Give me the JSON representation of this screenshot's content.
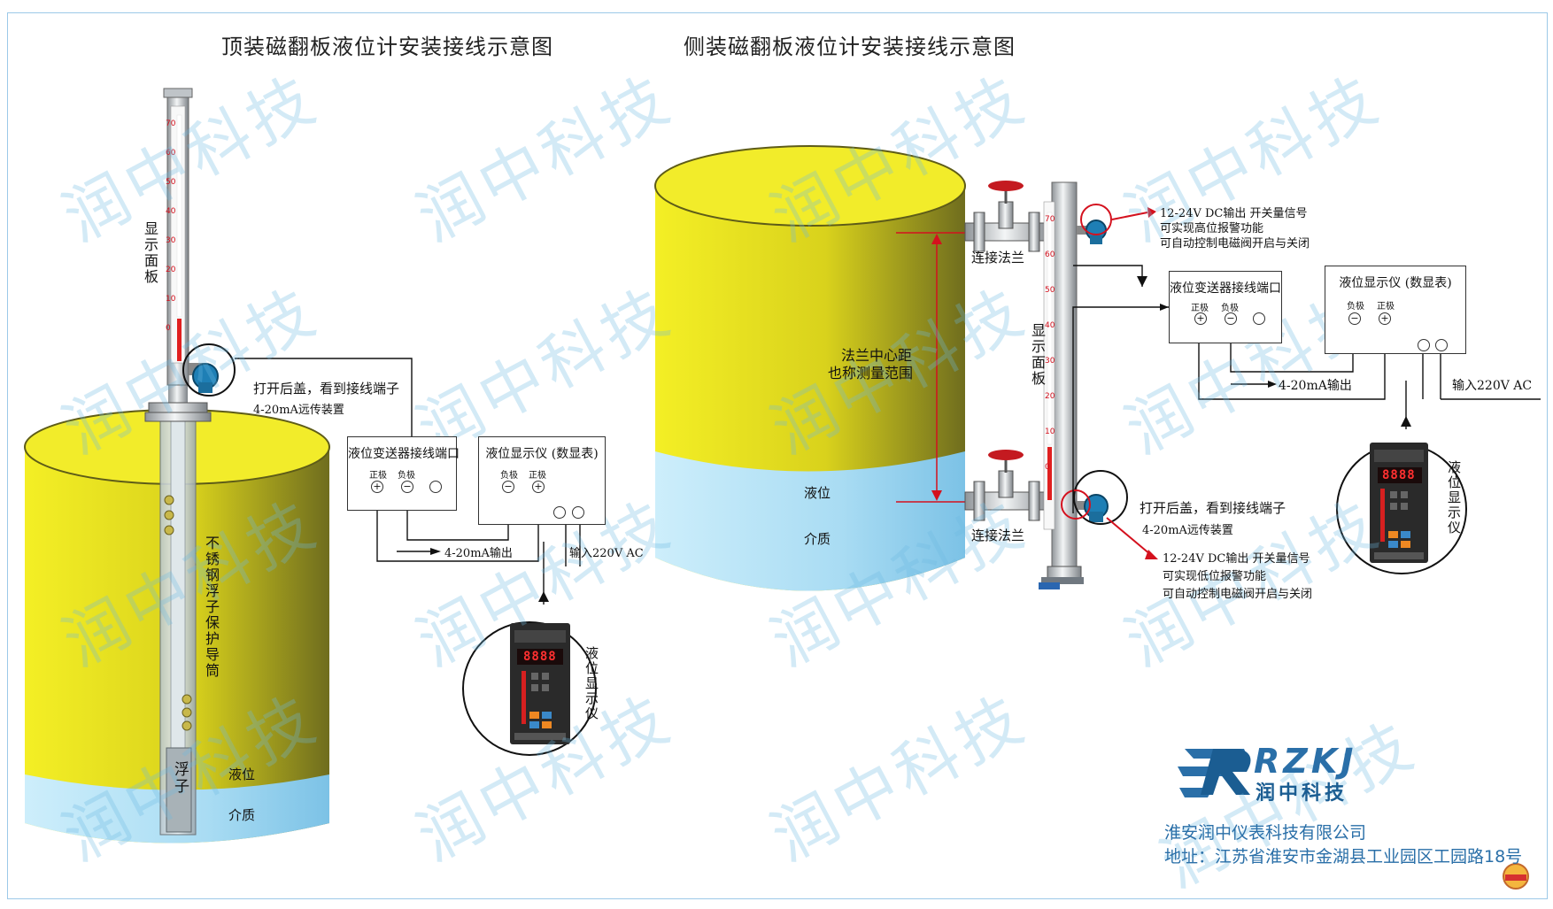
{
  "titles": {
    "top_mount": "顶装磁翻板液位计安装接线示意图",
    "side_mount": "侧装磁翻板液位计安装接线示意图"
  },
  "watermark": "润中科技",
  "left": {
    "display_panel": "显示面板",
    "open_cover": "打开后盖，看到接线端子",
    "remote_device": "4-20mA远传装置",
    "guide_tube": "不锈钢浮子保护导筒",
    "float": "浮子",
    "liquid_level": "液位",
    "medium": "介质",
    "transmitter_box": {
      "title": "液位变送器接线端口",
      "pos": "正极",
      "neg": "负极"
    },
    "display_box": {
      "title": "液位显示仪 (数显表)",
      "neg": "负极",
      "pos": "正极"
    },
    "output": "4-20mA输出",
    "input": "输入220V AC",
    "meter_label": "液位显示仪",
    "meter_digits": "8888"
  },
  "right": {
    "flange_distance": "法兰中心距",
    "measure_range": "也称测量范围",
    "liquid_level": "液位",
    "medium": "介质",
    "connect_flange_top": "连接法兰",
    "connect_flange_bottom": "连接法兰",
    "display_panel": "显示面板",
    "high_signal": [
      "12-24V DC输出 开关量信号",
      "可实现高位报警功能",
      "可自动控制电磁阀开启与关闭"
    ],
    "low_signal": [
      "12-24V DC输出 开关量信号",
      "可实现低位报警功能",
      "可自动控制电磁阀开启与关闭"
    ],
    "open_cover": "打开后盖，看到接线端子",
    "remote_device": "4-20mA远传装置",
    "transmitter_box": {
      "title": "液位变送器接线端口",
      "pos": "正极",
      "neg": "负极"
    },
    "display_box": {
      "title": "液位显示仪 (数显表)",
      "neg": "负极",
      "pos": "正极"
    },
    "output": "4-20mA输出",
    "input": "输入220V AC",
    "meter_label": "液位显示仪",
    "meter_digits": "8888"
  },
  "scale_ticks": [
    "70",
    "60",
    "50",
    "40",
    "30",
    "20",
    "10",
    "0"
  ],
  "logo": {
    "brand": "RZKJ",
    "cn": "润中科技"
  },
  "company": {
    "name": "淮安润中仪表科技有限公司",
    "address": "地址：江苏省淮安市金湖县工业园区工园路18号"
  },
  "colors": {
    "tank_yellow": "#d9d21c",
    "tank_dark": "#8a8a20",
    "medium_blue": "#a9dcf3",
    "wire_red": "#d4111e",
    "indicator_red": "#e02020",
    "brand_blue": "#2a6fa8"
  }
}
